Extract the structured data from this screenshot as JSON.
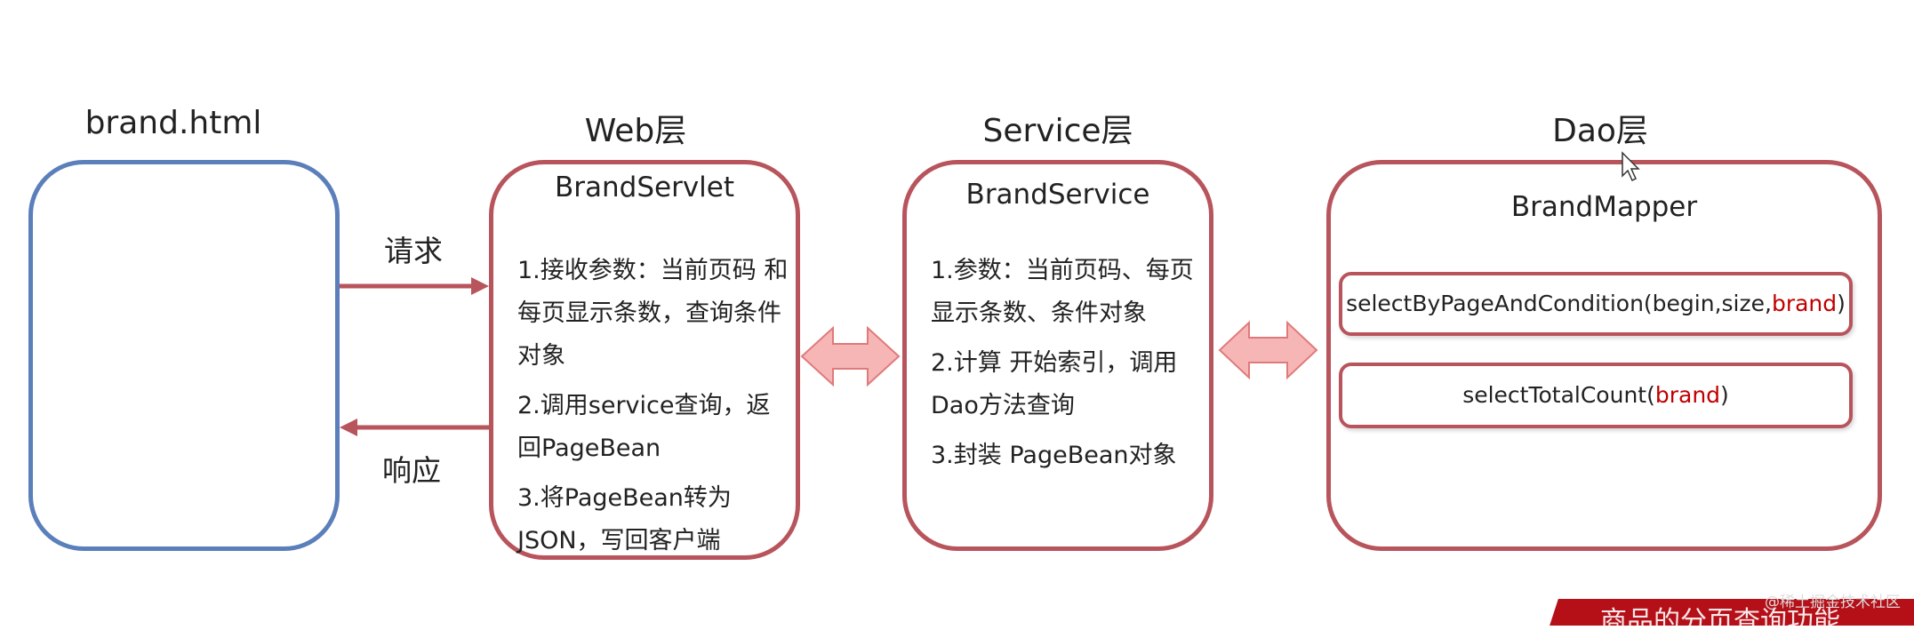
{
  "headings": {
    "brand_html": "brand.html",
    "web": "Web层",
    "service": "Service层",
    "dao": "Dao层"
  },
  "labels": {
    "request": "请求",
    "response": "响应"
  },
  "servlet": {
    "title": "BrandServlet",
    "steps": [
      "1.接收参数：当前页码 和每页显示条数，查询条件对象",
      "2.调用service查询，返回PageBean",
      "3.将PageBean转为JSON，写回客户端"
    ]
  },
  "service": {
    "title": "BrandService",
    "steps": [
      "1.参数：当前页码、每页显示条数、条件对象",
      "2.计算 开始索引，调用Dao方法查询",
      "3.封装 PageBean对象"
    ]
  },
  "mapper": {
    "title": "BrandMapper",
    "methods": [
      {
        "name": "selectByPageAndCondition(begin,size,",
        "param": "brand",
        "close": ")"
      },
      {
        "name": "selectTotalCount(",
        "param": "brand",
        "close": ")"
      }
    ]
  },
  "footer": {
    "banner_text": "商品的分页查询功能",
    "watermark": "@稀土掘金技术社区"
  },
  "colors": {
    "box_border": "#b8545c",
    "client_border": "#5b7fba",
    "arrow": "#b8545c",
    "double_arrow_fill": "#f7b6b6",
    "param_text": "#c00000",
    "banner": "#b50f18"
  },
  "icons": {
    "cursor": "mouse-pointer-icon",
    "request_arrow": "arrow-right-icon",
    "response_arrow": "arrow-left-icon",
    "double_arrow": "double-arrow-icon"
  }
}
